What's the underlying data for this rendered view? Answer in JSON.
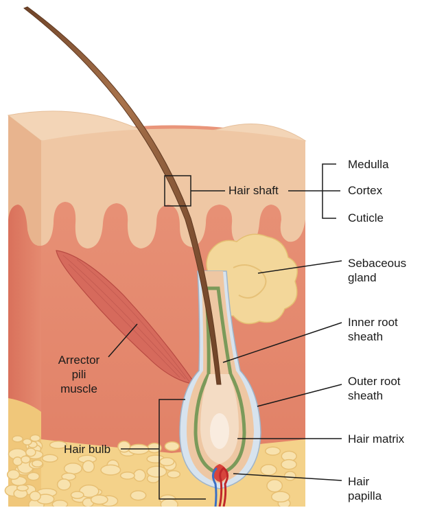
{
  "labels": {
    "hair_shaft": "Hair shaft",
    "medulla": "Medulla",
    "cortex": "Cortex",
    "cuticle": "Cuticle",
    "sebaceous_gland": "Sebaceous\ngland",
    "inner_root_sheath": "Inner root\nsheath",
    "outer_root_sheath": "Outer root\nsheath",
    "hair_matrix": "Hair matrix",
    "hair_papilla": "Hair\npapilla",
    "arrector_pili_muscle": "Arrector\npili\nmuscle",
    "hair_bulb": "Hair bulb"
  },
  "colors": {
    "epidermis": "#efc7a4",
    "epidermis_top": "#f3d2b3",
    "dermis": "#e78f74",
    "dermis_dark": "#d9725c",
    "fat": "#f4d28a",
    "fat_cell": "#f8e0a8",
    "hair": "#8a5a3b",
    "muscle": "#d86b5e",
    "sebaceous": "#f3d79a",
    "inner_sheath": "#7b9a5a",
    "outer_sheath": "#cfdcea",
    "papilla_artery": "#c0282a",
    "papilla_vein": "#3a6fc4"
  }
}
